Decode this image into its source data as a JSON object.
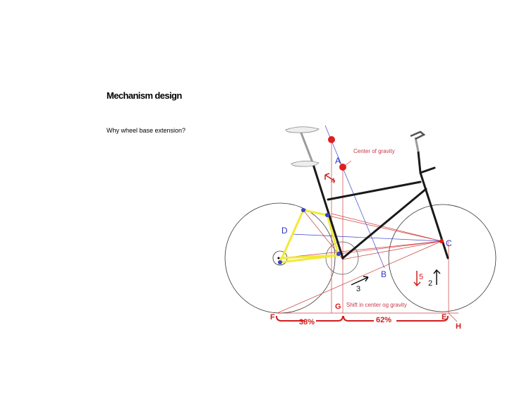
{
  "heading": "Mechanism design",
  "subheading": "Why wheel base extension?",
  "diagram": {
    "points": {
      "a": "A",
      "b": "B",
      "c": "C",
      "d": "D",
      "e": "E",
      "f": "F",
      "g": "G",
      "h": "H"
    },
    "notes": {
      "center_of_gravity": "Center of gravity",
      "shift": "Shift in center og gravity"
    },
    "arrows": {
      "n2": "2",
      "n3": "3",
      "n4": "4",
      "n5": "5"
    },
    "split": {
      "left": "38%",
      "right": "62%"
    },
    "colors": {
      "frame": "#1a1a1a",
      "linkage": "#f2e93a",
      "construction": "#d04040",
      "labels_blue": "#2a35c9",
      "labels_red": "#d01f1f"
    }
  }
}
